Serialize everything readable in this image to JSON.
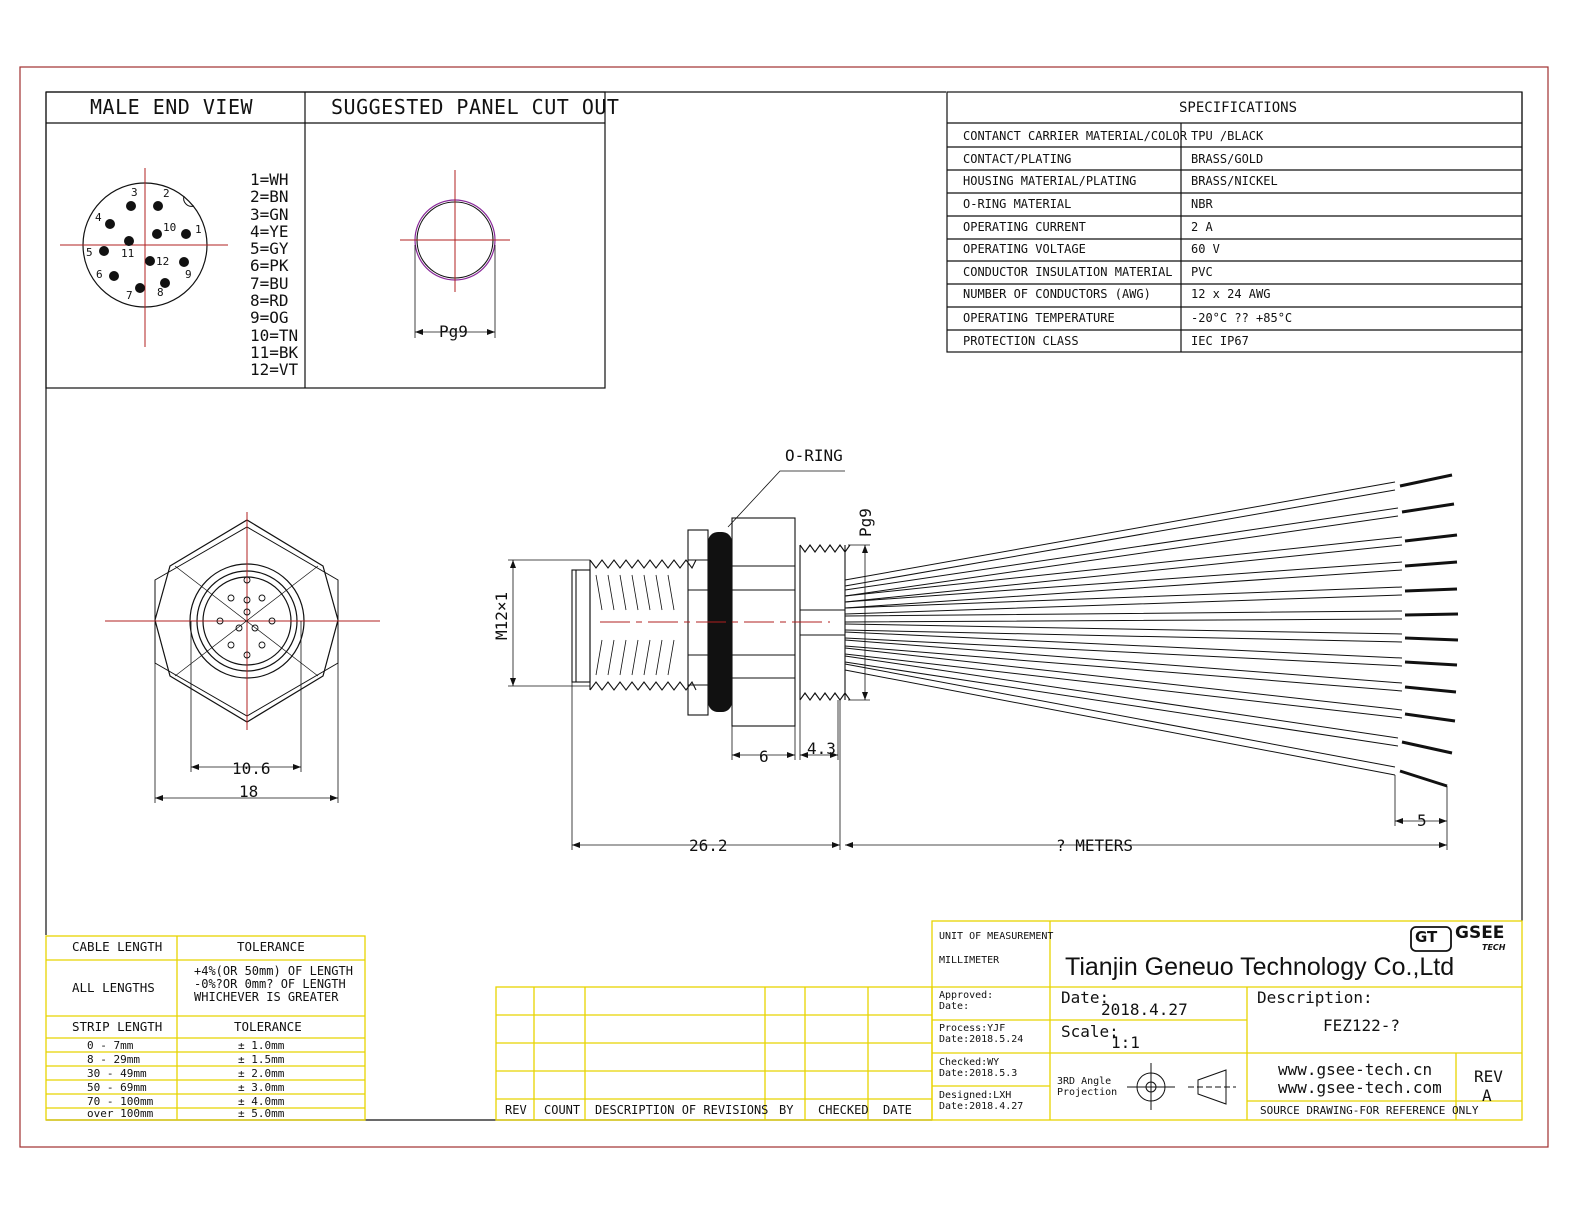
{
  "male_end_view": {
    "title": "MALE END VIEW",
    "pin_numbers": [
      "1",
      "2",
      "3",
      "4",
      "5",
      "6",
      "7",
      "8",
      "9",
      "10",
      "11",
      "12"
    ],
    "wire_colors": [
      "1=WH",
      "2=BN",
      "3=GN",
      "4=YE",
      "5=GY",
      "6=PK",
      "7=BU",
      "8=RD",
      "9=OG",
      "10=TN",
      "11=BK",
      "12=VT"
    ]
  },
  "panel_cut_out": {
    "title": "SUGGESTED PANEL CUT OUT",
    "dim_label": "Pg9"
  },
  "specifications": {
    "title": "SPECIFICATIONS",
    "rows": [
      {
        "label": "CONTANCT CARRIER MATERIAL/COLOR",
        "value": "TPU /BLACK"
      },
      {
        "label": "CONTACT/PLATING",
        "value": "BRASS/GOLD"
      },
      {
        "label": "HOUSING MATERIAL/PLATING",
        "value": "BRASS/NICKEL"
      },
      {
        "label": "O-RING  MATERIAL",
        "value": "NBR"
      },
      {
        "label": "OPERATING CURRENT",
        "value": "2 A"
      },
      {
        "label": "OPERATING VOLTAGE",
        "value": "60 V"
      },
      {
        "label": "CONDUCTOR INSULATION MATERIAL",
        "value": "PVC"
      },
      {
        "label": "NUMBER OF CONDUCTORS (AWG)",
        "value": "12 x 24 AWG"
      },
      {
        "label": "OPERATING TEMPERATURE",
        "value": "-20°C ?? +85°C"
      },
      {
        "label": "PROTECTION CLASS",
        "value": "IEC   IP67"
      }
    ]
  },
  "drawing": {
    "oring_label": "O-RING",
    "thread_label": "M12×1",
    "pg_label": "Pg9",
    "dim_10_6": "10.6",
    "dim_18": "18",
    "dim_6": "6",
    "dim_4_3": "4.3",
    "dim_26_2": "26.2",
    "dim_meters": "? METERS",
    "dim_5": "5"
  },
  "cable_table": {
    "headers": [
      "CABLE LENGTH",
      "TOLERANCE"
    ],
    "all_lengths": "ALL LENGTHS",
    "tolerance_lines": [
      "+4%(OR 50mm) OF LENGTH",
      "-0%?OR 0mm? OF LENGTH",
      "WHICHEVER  IS  GREATER"
    ],
    "strip_headers": [
      "STRIP LENGTH",
      "TOLERANCE"
    ],
    "strip_rows": [
      {
        "range": "0 - 7mm",
        "tol": "± 1.0mm"
      },
      {
        "range": "8 - 29mm",
        "tol": "± 1.5mm"
      },
      {
        "range": "30 - 49mm",
        "tol": "± 2.0mm"
      },
      {
        "range": "50 - 69mm",
        "tol": "± 3.0mm"
      },
      {
        "range": "70 - 100mm",
        "tol": "± 4.0mm"
      },
      {
        "range": "over 100mm",
        "tol": "± 5.0mm"
      }
    ]
  },
  "revisions": {
    "headers": [
      "REV",
      "COUNT",
      "DESCRIPTION  OF  REVISIONS",
      "BY",
      "CHECKED",
      "DATE"
    ]
  },
  "title_block": {
    "unit_label": "UNIT OF MEASUREMENT",
    "unit_value": "MILLIMETER",
    "company": "Tianjin Geneuo Technology Co.,Ltd",
    "logo_text": "GSEE",
    "logo_sub": "TECH",
    "logo_mark": "GT",
    "approved_label": "Approved:",
    "approved_date": "Date:",
    "process": "Process:YJF",
    "process_date": "Date:2018.5.24",
    "checked": "Checked:WY",
    "checked_date": "Date:2018.5.3",
    "designed": "Designed:LXH",
    "designed_date": "Date:2018.4.27",
    "date_label": "Date:",
    "date_value": "2018.4.27",
    "scale_label": "Scale:",
    "scale_value": "1:1",
    "description_label": "Description:",
    "description_value": "FEZ122-?",
    "projection": [
      "3RD Angle",
      "Projection"
    ],
    "website_1": "www.gsee-tech.cn",
    "website_2": "www.gsee-tech.com",
    "rev_label": "REV",
    "rev_value": "A",
    "source_note": "SOURCE DRAWING-FOR REFERENCE ONLY"
  }
}
